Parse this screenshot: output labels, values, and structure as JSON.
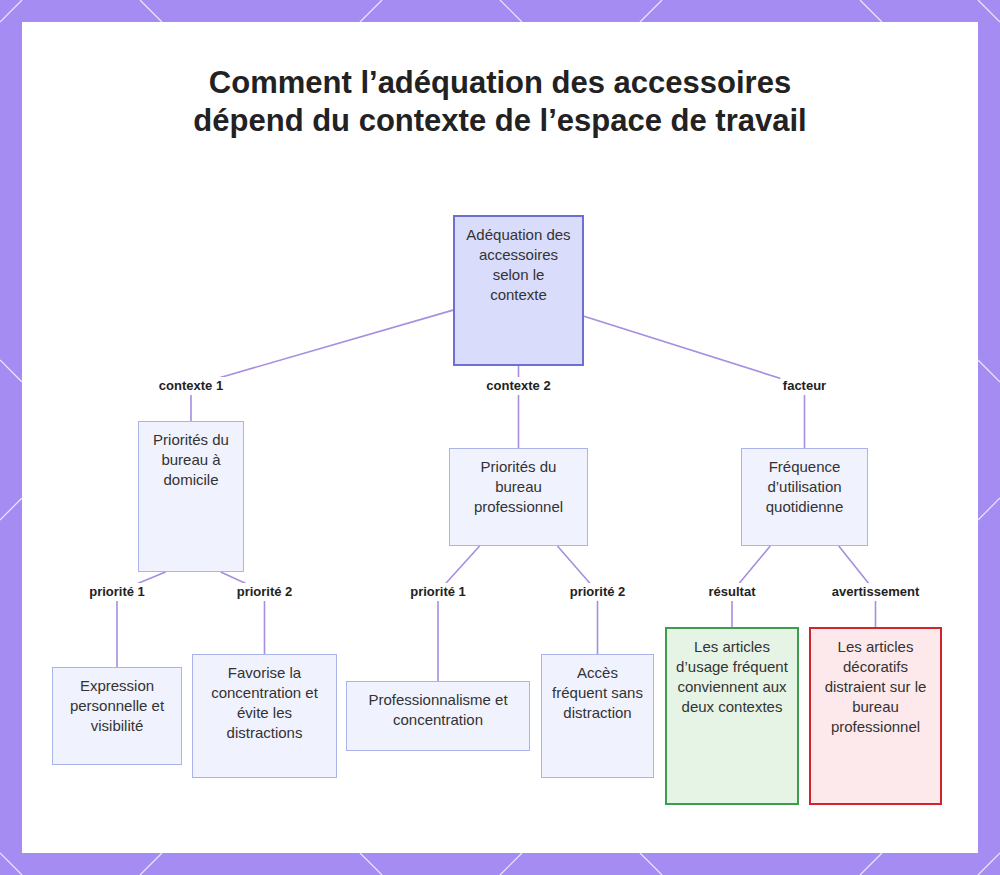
{
  "diagram": {
    "title": "Comment l’adéquation des accessoires dépend du contexte de l’espace de travail",
    "nodes": [
      {
        "text": [
          "Adéquation des accessoires selon le contexte"
        ]
      },
      {
        "text": [
          "Priorités du bureau à domicile"
        ]
      },
      {
        "text": [
          "Priorités du bureau professionnel"
        ]
      },
      {
        "text": [
          "Fréquence d’utilisation quotidienne"
        ]
      },
      {
        "text": [
          "Expression personnelle et visibilité"
        ]
      },
      {
        "text": [
          "Favorise la concentration et évite les distractions"
        ]
      },
      {
        "text": [
          "Professionnalisme et concentration"
        ]
      },
      {
        "text": [
          "Accès fréquent sans distraction"
        ]
      },
      {
        "text": [
          "Les articles d’usage fréquent conviennent aux deux contextes"
        ]
      },
      {
        "text": [
          "Les articles décoratifs distraient sur le bureau professionnel"
        ]
      }
    ],
    "edges": [
      {
        "from": 0,
        "to": 1,
        "label": "contexte 1",
        "arrow": "none"
      },
      {
        "from": 0,
        "to": 2,
        "label": "contexte 2",
        "arrow": "none"
      },
      {
        "from": 0,
        "to": 3,
        "label": "facteur",
        "arrow": "none"
      },
      {
        "from": 1,
        "to": 4,
        "label": "priorité 1",
        "arrow": "none"
      },
      {
        "from": 1,
        "to": 5,
        "label": "priorité 2",
        "arrow": "none"
      },
      {
        "from": 2,
        "to": 6,
        "label": "priorité 1",
        "arrow": "none"
      },
      {
        "from": 2,
        "to": 7,
        "label": "priorité 2",
        "arrow": "none"
      },
      {
        "from": 3,
        "to": 8,
        "label": "résultat",
        "arrow": "none"
      },
      {
        "from": 3,
        "to": 9,
        "label": "avertissement",
        "arrow": "none"
      }
    ]
  }
}
